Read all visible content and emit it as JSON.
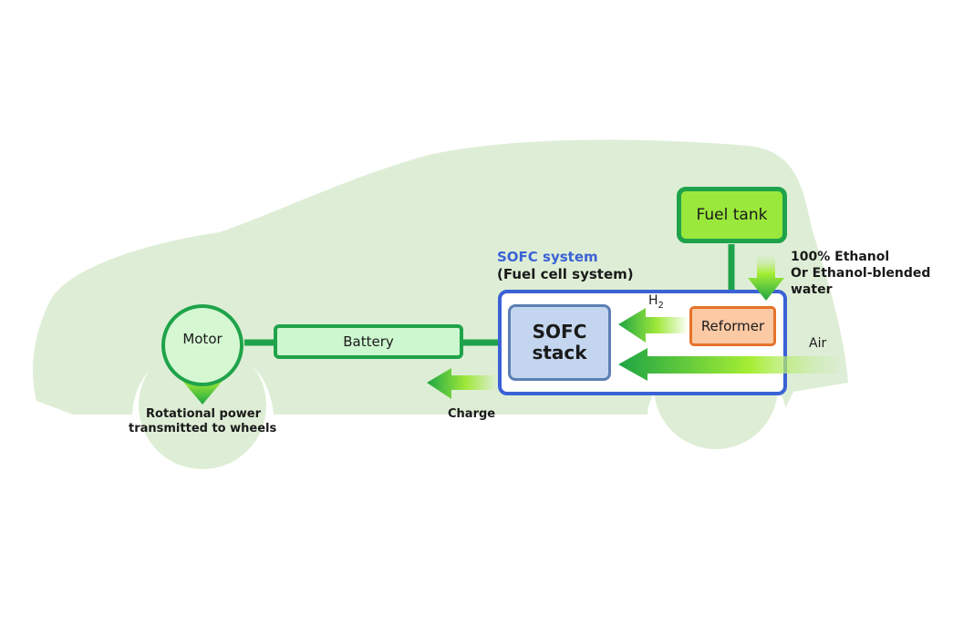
{
  "diagram": {
    "type": "system block diagram",
    "subject": "SOFC fuel cell vehicle",
    "colors": {
      "car_silhouette": "#deeed6",
      "green_line": "#1fa34a",
      "fuel_tank_fill": "#9be83c",
      "battery_fill": "#cdf7cf",
      "motor_fill": "#d5f7d2",
      "sofc_system_border": "#3a62d6",
      "sofc_stack_fill": "#c4d6ef",
      "sofc_stack_border": "#5b7fb4",
      "reformer_fill": "#fbc9a4",
      "reformer_border": "#e5722a",
      "system_title_color": "#3a62d6"
    },
    "nodes": {
      "fuel_tank": "Fuel tank",
      "reformer": "Reformer",
      "sofc_stack_line1": "SOFC",
      "sofc_stack_line2": "stack",
      "battery": "Battery",
      "motor": "Motor"
    },
    "system": {
      "title": "SOFC system",
      "subtitle": "(Fuel cell system)"
    },
    "labels": {
      "fuel_line1": "100% Ethanol",
      "fuel_line2": "Or Ethanol-blended",
      "fuel_line3": "water",
      "h2_main": "H",
      "h2_sub": "2",
      "air": "Air",
      "charge": "Charge",
      "output_line1": "Rotational power",
      "output_line2": "transmitted to wheels"
    },
    "edges": [
      {
        "from": "Fuel tank",
        "to": "Reformer",
        "kind": "line"
      },
      {
        "from": "100% Ethanol / Ethanol-blended water",
        "to": "Reformer",
        "kind": "arrow"
      },
      {
        "from": "Reformer",
        "to": "SOFC stack",
        "kind": "arrow",
        "label": "H2"
      },
      {
        "from": "Air",
        "to": "SOFC stack",
        "kind": "arrow"
      },
      {
        "from": "SOFC stack",
        "to": "Battery",
        "kind": "line"
      },
      {
        "from": "SOFC stack",
        "to": "Battery",
        "kind": "arrow",
        "label": "Charge"
      },
      {
        "from": "Battery",
        "to": "Motor",
        "kind": "line"
      },
      {
        "from": "Motor",
        "to": "Wheels",
        "kind": "arrow",
        "label": "Rotational power transmitted to wheels"
      }
    ]
  }
}
